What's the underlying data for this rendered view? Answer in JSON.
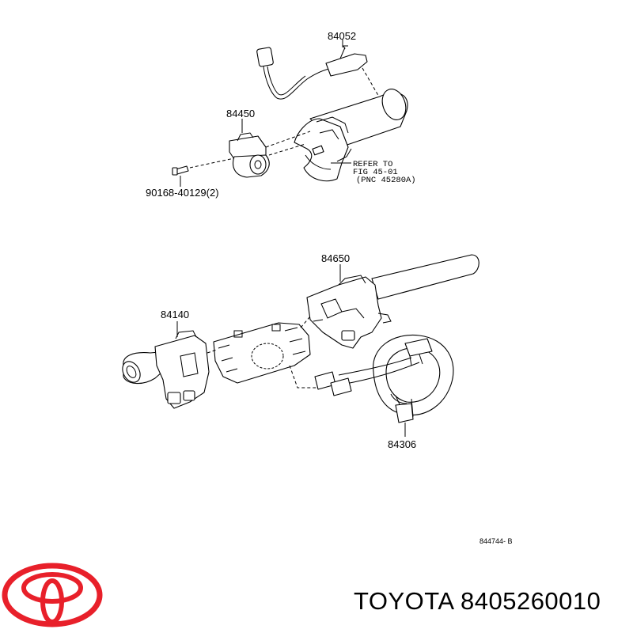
{
  "labels": {
    "p84052": "84052",
    "p84450": "84450",
    "p90168": "90168-40129(2)",
    "p84650": "84650",
    "p84140": "84140",
    "p84306": "84306"
  },
  "refer": {
    "line1": "REFER TO",
    "line2": "FIG  45-01",
    "line3": "(PNC  45280A)"
  },
  "diagram_code": "844744- B",
  "brand": {
    "text": "TOYOTA 8405260010",
    "logo_color": "#e8202a"
  }
}
